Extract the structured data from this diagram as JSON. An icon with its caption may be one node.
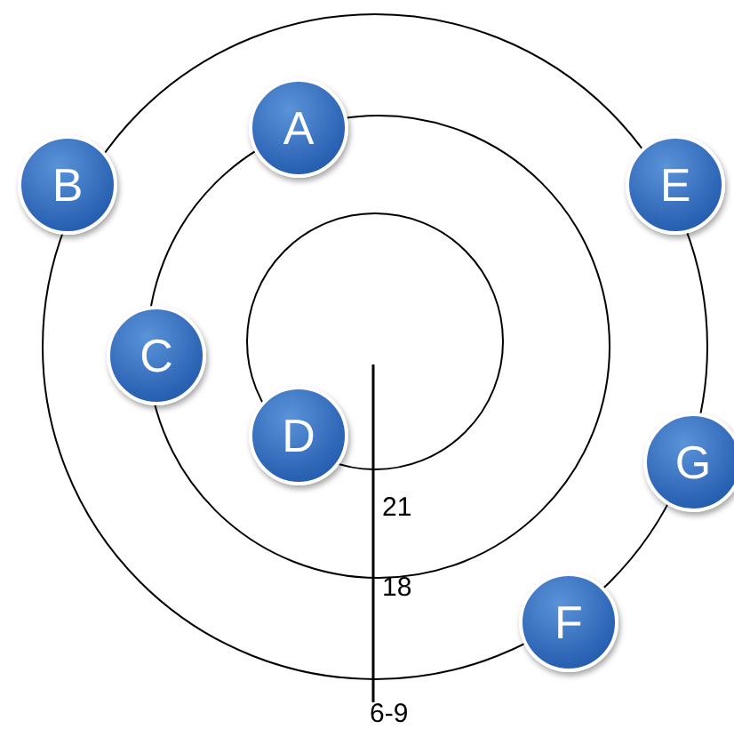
{
  "diagram": {
    "nodes": [
      {
        "text": [
          "A"
        ]
      },
      {
        "text": [
          "B"
        ]
      },
      {
        "text": [
          "E"
        ]
      },
      {
        "text": [
          "C"
        ]
      },
      {
        "text": [
          "D"
        ]
      },
      {
        "text": [
          "G"
        ]
      },
      {
        "text": [
          "F"
        ]
      }
    ],
    "labels": [
      "21",
      "18",
      "6-9"
    ]
  }
}
